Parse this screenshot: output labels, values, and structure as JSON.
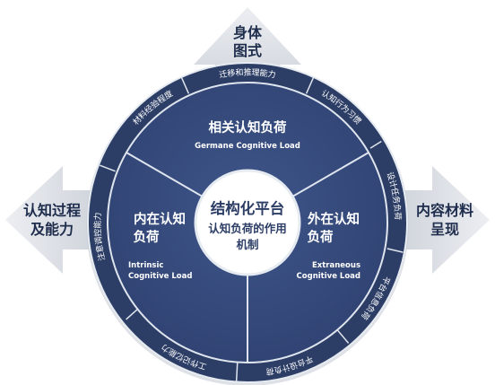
{
  "arrows": {
    "top": [
      "身体",
      "图式"
    ],
    "left": [
      "认知过程",
      "及能力"
    ],
    "right": [
      "内容材料",
      "呈现"
    ]
  },
  "center": {
    "title": "结构化平台",
    "subtitle_line1": "认知负荷的作用",
    "subtitle_line2": "机制"
  },
  "sectors": {
    "germane": {
      "cn": "相关认知负荷",
      "en": "Germane Cognitive Load"
    },
    "intrinsic": {
      "cn_line1": "内在认知",
      "cn_line2": "负荷",
      "en_line1": "Intrinsic",
      "en_line2": "Cognitive Load"
    },
    "extraneous": {
      "cn_line1": "外在认知",
      "cn_line2": "负荷",
      "en_line1": "Extraneous",
      "en_line2": "Cognitive Load"
    }
  },
  "ring_labels": {
    "top_center": "迁移和推理能力",
    "top_left": "材料经验程度",
    "top_right": "认知行为习惯",
    "right_upper": "设计任务负荷",
    "right_lower": "平台信息负荷",
    "bottom_right": "平台设计负荷",
    "bottom_left": "工作记忆能力",
    "left": "注意调控能力"
  },
  "colors": {
    "ring": "#2d3e66",
    "disk": "#34497a",
    "divider": "#d7deea",
    "arrow": "#d2d6dd",
    "arrow_text": "#1f2d4d",
    "center_text": "#2d3e66"
  }
}
